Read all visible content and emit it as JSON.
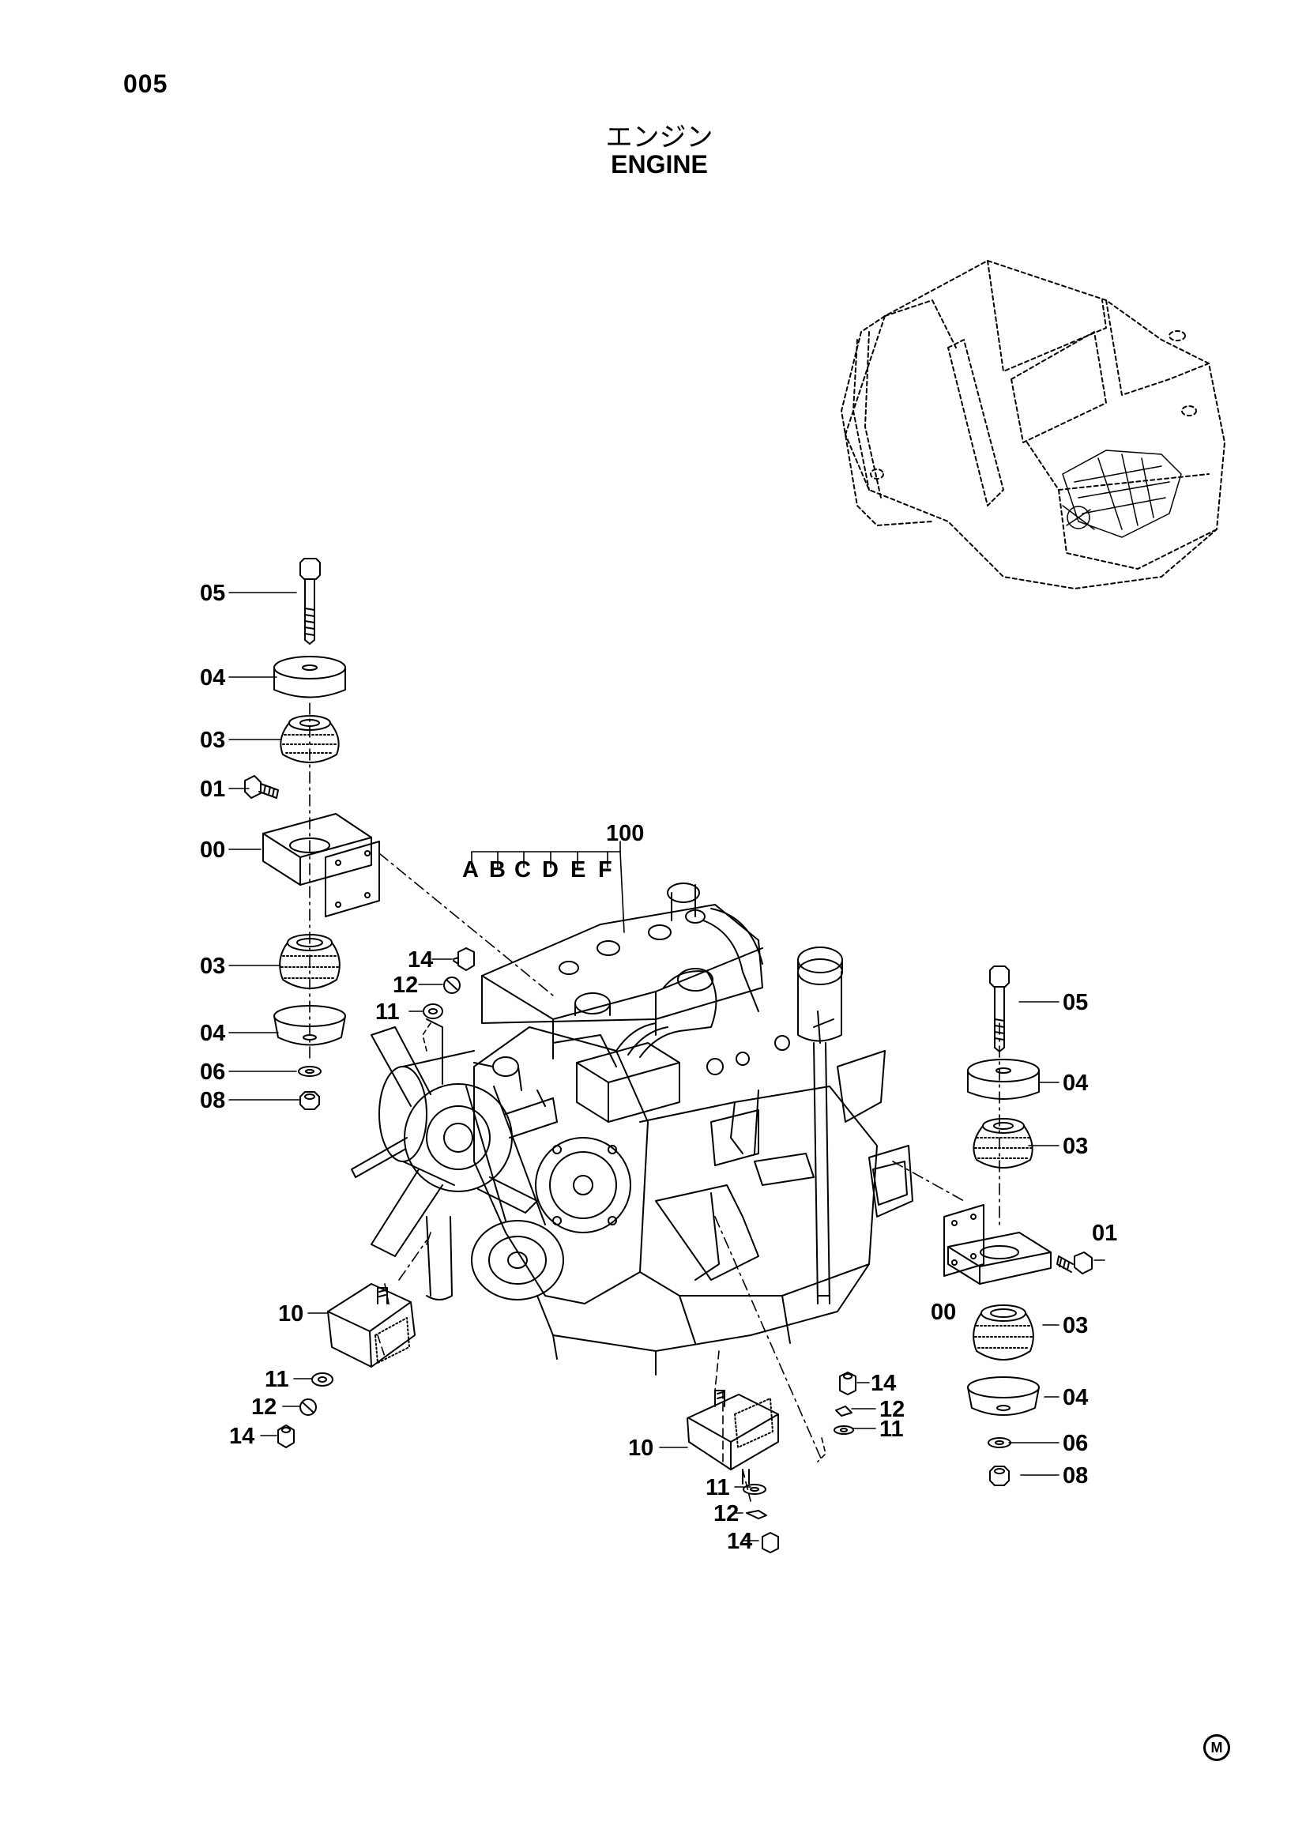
{
  "page": {
    "number": "005"
  },
  "title": {
    "japanese": "エンジン",
    "english": "ENGINE"
  },
  "assembly": {
    "number": "100",
    "variants": [
      "A",
      "B",
      "C",
      "D",
      "E",
      "F"
    ]
  },
  "callouts": {
    "left_05": "05",
    "left_04_top": "04",
    "left_03_top": "03",
    "left_01": "01",
    "left_00": "00",
    "left_03_bottom": "03",
    "left_04_bottom": "04",
    "left_06": "06",
    "left_08": "08",
    "mid_14": "14",
    "mid_12": "12",
    "mid_11": "11",
    "left_10": "10",
    "left_11": "11",
    "left_12": "12",
    "left_14": "14",
    "center_10": "10",
    "center_11": "11",
    "center_12": "12",
    "center_14": "14",
    "right_14": "14",
    "right_12": "12",
    "right_11": "11",
    "right_05": "05",
    "right_04_top": "04",
    "right_03_top": "03",
    "right_01": "01",
    "right_00": "00",
    "right_03_bottom": "03",
    "right_04_bottom": "04",
    "right_06": "06",
    "right_08": "08"
  },
  "badge": "M",
  "icons": {
    "inset": "excavator-cab-icon",
    "engine": "diesel-engine-icon"
  }
}
